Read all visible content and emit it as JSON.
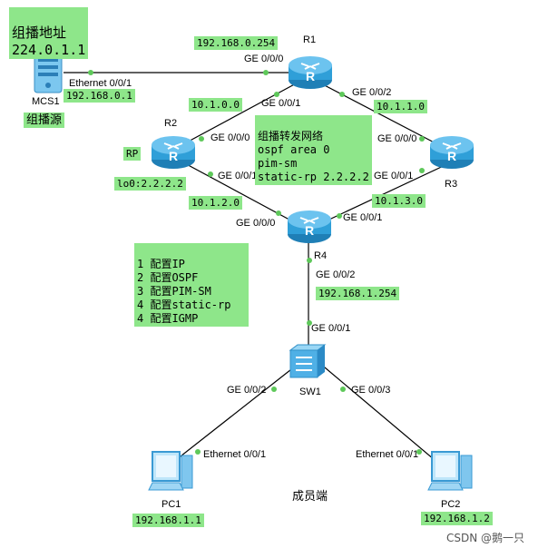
{
  "multicast_addr": {
    "title": "组播地址",
    "value": "224.0.1.1"
  },
  "mcs1": {
    "name": "MCS1",
    "port": "Ethernet 0/0/1",
    "ip": "192.168.0.1",
    "role": "组播源"
  },
  "r1": {
    "name": "R1",
    "ip": "192.168.0.254",
    "port_to_mcs": "GE 0/0/0",
    "port_to_r2": "GE 0/0/1",
    "port_to_r3": "GE 0/0/2"
  },
  "r2": {
    "name": "R2",
    "role": "RP",
    "loopback": "lo0:2.2.2.2",
    "port_to_r1": "GE 0/0/0",
    "port_to_r4": "GE 0/0/1"
  },
  "r3": {
    "name": "R3",
    "port_to_r1": "GE 0/0/0",
    "port_to_r4": "GE 0/0/1"
  },
  "r4": {
    "name": "R4",
    "port_to_r2": "GE 0/0/0",
    "port_to_r3": "GE 0/0/1",
    "port_to_sw": "GE 0/0/2",
    "ip": "192.168.1.254"
  },
  "sw1": {
    "name": "SW1",
    "port_up": "GE 0/0/1",
    "port_pc1": "GE 0/0/2",
    "port_pc2": "GE 0/0/3"
  },
  "pc1": {
    "name": "PC1",
    "port": "Ethernet 0/0/1",
    "ip": "192.168.1.1"
  },
  "pc2": {
    "name": "PC2",
    "port": "Ethernet 0/0/1",
    "ip": "192.168.1.2"
  },
  "subnets": {
    "r1_r2": "10.1.0.0",
    "r1_r3": "10.1.1.0",
    "r2_r4": "10.1.2.0",
    "r3_r4": "10.1.3.0"
  },
  "config_note": {
    "title": "组播转发网络",
    "line1": "ospf area 0",
    "line2": "pim-sm",
    "line3": "static-rp 2.2.2.2"
  },
  "steps": [
    "1 配置IP",
    "2 配置OSPF",
    "3 配置PIM-SM",
    "4 配置static-rp",
    "4 配置IGMP"
  ],
  "members_label": "成员端",
  "watermark": "CSDN @鹅一只",
  "colors": {
    "note_bg": "#8ee68a",
    "router_blue": "#2f9fd8",
    "link": "#000000",
    "port_dot": "#5ec85a"
  }
}
